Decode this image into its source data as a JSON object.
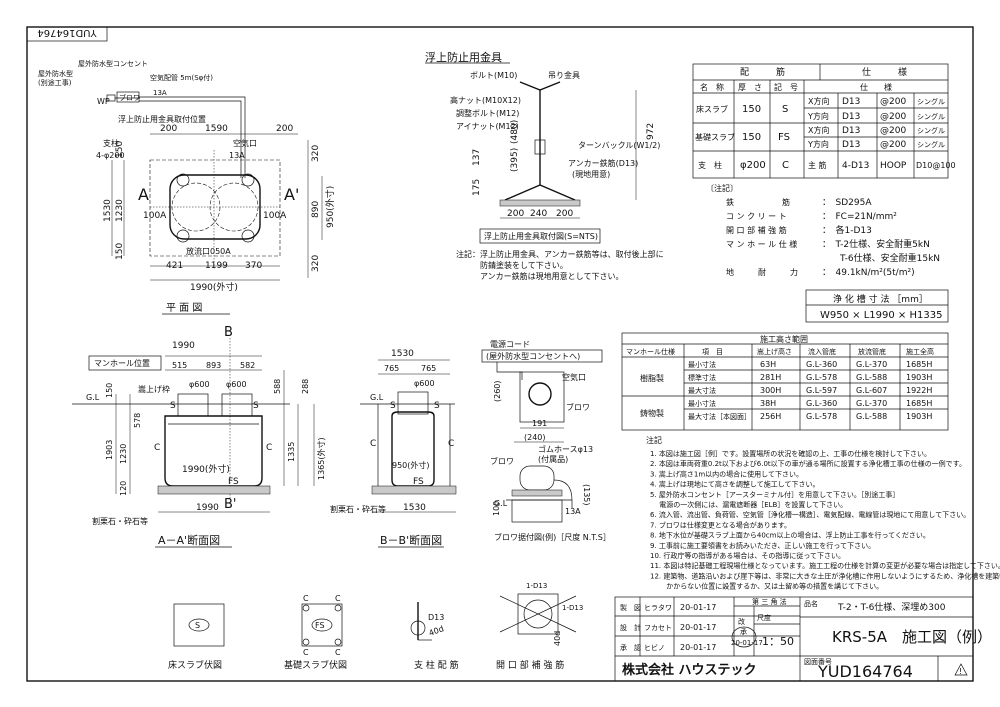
{
  "drawing_no_stamp": "YUD164764",
  "plan": {
    "title": "平 面 図",
    "wp": "WP",
    "wp_label": "屋外防水型コンセント",
    "wp_note": "屋外防水型",
    "wp_note2": "(別途工事)",
    "hose": "空気配管 5m(Sφ付)",
    "blower": "ブロワ",
    "size_13a": "13A",
    "anchor_pos": "浮上防止用金具取付位置",
    "post": "支柱",
    "post_dim": "4-φ200",
    "air_port": "空気口",
    "air_port_size": "13A",
    "outlet": "放流口050A",
    "inlet": "100A",
    "outlet2": "100A",
    "sec_a": "A",
    "sec_a2": "A'",
    "d200a": "200",
    "d1590": "1590",
    "d200b": "200",
    "d421": "421",
    "d1199": "1199",
    "d370": "370",
    "d1990": "1990(外寸)",
    "d150a": "150",
    "d1230": "1230",
    "d150b": "150",
    "d1530": "1530",
    "d320a": "320",
    "d890": "890",
    "d320b": "320",
    "d950": "950(外寸)"
  },
  "anchor": {
    "title": "浮上防止用金具",
    "bolt": "ボルト(M10)",
    "hanger": "吊り金具",
    "nut": "高ナット(M10X12)",
    "adj": "調整ボルト(M12)",
    "eye": "アイナット(M12)",
    "turnbuckle": "ターンバックル(W1/2)",
    "anchor_bar": "アンカー鉄筋(D13)",
    "anchor_bar2": "(現地用意)",
    "d480": "(480)",
    "d972": "972",
    "d395": "(395)",
    "d137": "137",
    "d175": "175",
    "d200a": "200",
    "d240": "240",
    "d200b": "200",
    "caption": "浮上防止用金具取付図(S=NTS)",
    "note1": "注記：浮上防止用金具、アンカー鉄筋等は、取付後上部に",
    "note2": "防錆塗装をして下さい。",
    "note3": "アンカー鉄筋は現地用意として下さい。"
  },
  "rebar": {
    "group_haikin": "配　　　筋",
    "group_shiyou": "仕　　　様",
    "h_name": "名　称",
    "h_thick": "厚　さ",
    "h_sym": "記　号",
    "h_spec": "仕　　様",
    "rows": [
      {
        "name": "床スラブ",
        "thick": "150",
        "sym": "S",
        "sub": [
          [
            "X方向",
            "D13",
            "@200",
            "シングル"
          ],
          [
            "Y方向",
            "D13",
            "@200",
            "シングル"
          ]
        ]
      },
      {
        "name": "基礎スラブ",
        "thick": "150",
        "sym": "FS",
        "sub": [
          [
            "X方向",
            "D13",
            "@200",
            "シングル"
          ],
          [
            "Y方向",
            "D13",
            "@200",
            "シングル"
          ]
        ]
      },
      {
        "name": "支　柱",
        "thick": "φ200",
        "sym": "C",
        "sub": [
          [
            "主 筋",
            "4-D13",
            "HOOP",
            "D10@100"
          ]
        ]
      }
    ]
  },
  "specs": {
    "title": "〔注記〕",
    "items": [
      [
        "鉄　　　　　　筋",
        "：　SD295A"
      ],
      [
        "コ ン ク リ ー ト",
        "：　FC=21N/mm²"
      ],
      [
        "開 口 部 補 強 筋",
        "：　各1-D13"
      ],
      [
        "マ ン ホ ー ル 仕 様",
        "：　T-2仕様、安全耐重5kN"
      ],
      [
        "",
        "　　T-6仕様、安全耐重15kN"
      ],
      [
        "地　　　耐　　　力",
        "：　49.1kN/m²(5t/m²)"
      ]
    ]
  },
  "dims": {
    "title": "浄 化 槽 寸 法 ［mm］",
    "value": "W950 × L1990 × H1335"
  },
  "install": {
    "title": "施工高さ範囲",
    "headers": [
      "マンホール仕様",
      "項　目",
      "嵩上げ高さ",
      "流入管底",
      "放流管底",
      "施工全高"
    ],
    "groups": [
      {
        "name": "樹脂製",
        "rows": [
          [
            "最小寸法",
            "63H",
            "G.L-360",
            "G.L-370",
            "1685H"
          ],
          [
            "標準寸法",
            "281H",
            "G.L-578",
            "G.L-588",
            "1903H"
          ],
          [
            "最大寸法",
            "300H",
            "G.L-597",
            "G.L-607",
            "1922H"
          ]
        ]
      },
      {
        "name": "鋳物製",
        "rows": [
          [
            "最小寸法",
            "38H",
            "G.L-360",
            "G.L-370",
            "1685H"
          ],
          [
            "最大寸法［本図面］",
            "256H",
            "G.L-578",
            "G.L-588",
            "1903H"
          ]
        ]
      }
    ]
  },
  "notes": {
    "title": "注記",
    "items": [
      "1. 本図は施工図［例］です。設置場所の状況を確認の上、工事の仕様を検討して下さい。",
      "2. 本図は車両荷重0.2t以下および6.0t以下の車が通る場所に設置する浄化槽工事の仕様の一例です。",
      "3. 嵩上げ高さ1m以内の場合に使用して下さい。",
      "4. 嵩上げは現地にて高さを調整して施工して下さい。",
      "5. 屋外防水コンセント［アースターミナル付］を用意して下さい。［別途工事］",
      "　 電源の一次側には、漏電遮断器［ELB］を設置して下さい。",
      "6. 流入管、流出管、負荷管、空気管［浄化槽一構造］、電気配線、電線管は現地にて用意して下さい。",
      "7. ブロワは仕様変更となる場合があります。",
      "8. 地下水位が基礎スラブ上面から40cm以上の場合は、浮上防止工事を行ってください。",
      "9. 工事前に施工要領書をお読みいただき、正しい施工を行って下さい。",
      "10. 行政庁等の指導がある場合は、その指導に従って下さい。",
      "11. 本図は特記基礎工程現場仕様となっています。施工工程の仕様を計算の変更が必要な場合は指定して下さい。",
      "12. 建築物、道路沿いおよび崖下等は、非常に大きな土圧が浄化槽に作用しないようにするため、浄化槽を建築物等から距離を",
      "　　 かからない位置に設置するか、又は土留め等の措置を講じて下さい。"
    ]
  },
  "sections": {
    "aa_title": "A－A'断面図",
    "bb_title": "B－B'断面図",
    "manhole": "マンホール位置",
    "gl": "G.L",
    "raise": "嵩上げ枠",
    "curb": "割栗石・砕石等",
    "curb2": "割栗石・砕石等",
    "b": "B",
    "b2": "B'",
    "a_1990": "1990",
    "a_515": "515",
    "a_893": "893",
    "a_582": "582",
    "a_600a": "φ600",
    "a_600b": "φ600",
    "a_1990in": "1990(外寸)",
    "a_1990b": "1990",
    "a_150": "150",
    "a_578": "578",
    "a_1903": "1903",
    "a_1230": "1230",
    "a_120": "120",
    "a_588": "588",
    "a_1335": "1335",
    "a_288": "288",
    "a_1365": "1365(外寸)",
    "b_1530": "1530",
    "b_765a": "765",
    "b_765b": "765",
    "b_600": "φ600",
    "b_950": "950(外寸)",
    "b_1530b": "1530",
    "s": "S",
    "c": "C",
    "fs": "FS"
  },
  "blower_detail": {
    "cord": "電源コード",
    "plug": "(屋外防水型コンセントへ)",
    "air": "空気口",
    "blower": "ブロワ",
    "blower2": "ブロワ",
    "hose": "ゴムホースφ13",
    "hose2": "(付属品)",
    "d260": "(260)",
    "d191": "191",
    "d240": "(240)",
    "d135": "(135)",
    "d100": "100",
    "gl": "G.L",
    "size": "13A",
    "caption": "ブロワ据付図(例)［尺度 N.T.S］"
  },
  "details": {
    "s_title": "床スラブ伏図",
    "fs_title": "基礎スラブ伏図",
    "post_title": "支 柱 配 筋",
    "open_title": "開 口 部 補 強 筋",
    "s": "S",
    "fs": "FS",
    "c": "C",
    "d13a": "D13",
    "d40a": "40d",
    "d13b": "1-D13",
    "d13c": "1-D13",
    "d40b": "40d"
  },
  "titleblock": {
    "r1": [
      "製　図",
      "ヒラタワ",
      "20-01-17"
    ],
    "r2": [
      "設　計",
      "フカセト",
      "20-01-17"
    ],
    "r3": [
      "承　認",
      "ヒビノ",
      "20-01-17"
    ],
    "projection": "第 三 角 法",
    "revision": "改",
    "scale_label": "尺度",
    "scale": "1：50",
    "name_label": "品名",
    "name_sub": "T-2・T-6仕様、深埋め300",
    "name": "KRS-5A　施工図（例）",
    "date": "20-01-17",
    "date_mark": "承",
    "company": "株式会社 ハウステック",
    "num_label": "図面番号",
    "number": "YUD164764",
    "warn": "!"
  }
}
